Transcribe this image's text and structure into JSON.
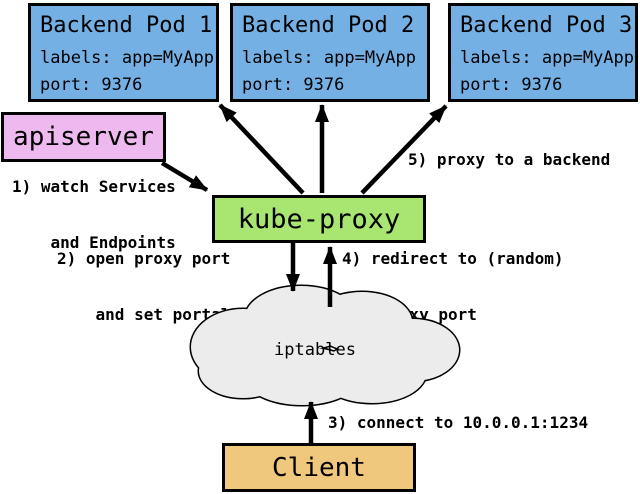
{
  "pods": [
    {
      "title": "Backend Pod 1",
      "labels": "labels: app=MyApp",
      "port": "port: 9376"
    },
    {
      "title": "Backend Pod 2",
      "labels": "labels: app=MyApp",
      "port": "port: 9376"
    },
    {
      "title": "Backend Pod 3",
      "labels": "labels: app=MyApp",
      "port": "port: 9376"
    }
  ],
  "nodes": {
    "apiserver": "apiserver",
    "kube_proxy": "kube-proxy",
    "iptables": "iptables",
    "client": "Client"
  },
  "steps": {
    "s1": [
      "1) watch Services",
      "and Endpoints"
    ],
    "s2": [
      "2) open proxy port",
      "and set portal rules"
    ],
    "s3": [
      "3) connect to 10.0.0.1:1234"
    ],
    "s4": [
      "4) redirect to (random)",
      "proxy port"
    ],
    "s5": [
      "5) proxy to a backend"
    ]
  },
  "colors": {
    "pod": "#74b0e4",
    "apiserver": "#edb9ef",
    "kube_proxy": "#a8e671",
    "client": "#efc87e",
    "cloud": "#ececec",
    "border": "#000000",
    "background": "#ffffff"
  }
}
